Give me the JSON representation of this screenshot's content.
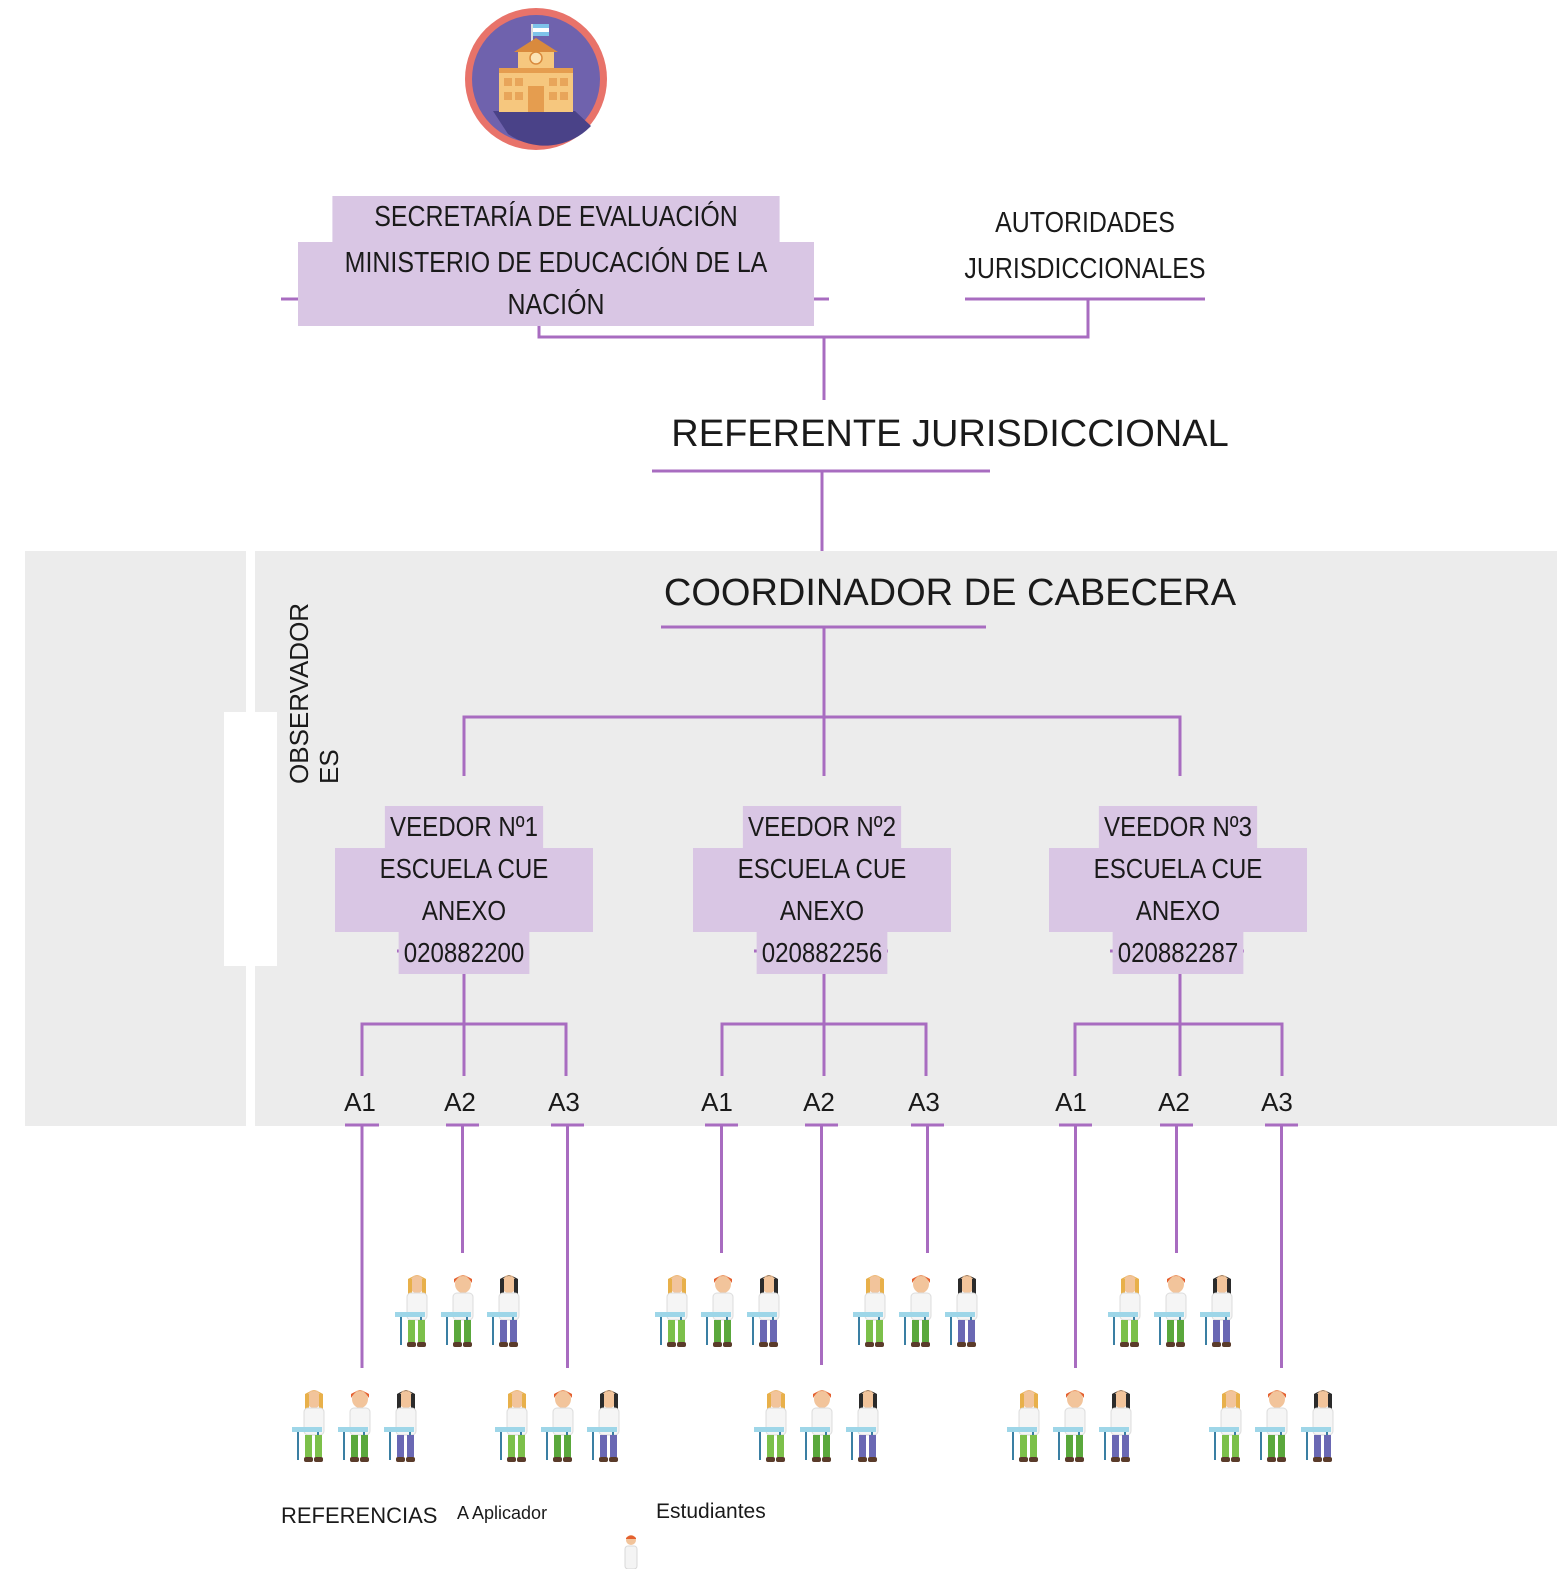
{
  "header": {
    "line1": "SECRETARÍA DE EVALUACIÓN EDUCATIVA",
    "line2": "MINISTERIO DE EDUCACIÓN DE LA NACIÓN",
    "autoridades_1": "AUTORIDADES",
    "autoridades_2": "JURISDICCIONALES"
  },
  "referente": "REFERENTE JURISDICCIONAL",
  "coordinador": "COORDINADOR DE CABECERA",
  "observadores": "OBSERVADOR\nES",
  "veedores": [
    {
      "title": "VEEDOR Nº1",
      "school": "ESCUELA CUE ANEXO",
      "code": "020882200"
    },
    {
      "title": "VEEDOR Nº2",
      "school": "ESCUELA CUE ANEXO",
      "code": "020882256"
    },
    {
      "title": "VEEDOR Nº3",
      "school": "ESCUELA CUE ANEXO",
      "code": "020882287"
    }
  ],
  "aplicadores": [
    "A1",
    "A2",
    "A3"
  ],
  "legend": {
    "title": "REFERENCIAS",
    "aplicador": "A Aplicador",
    "estudiantes": "Estudiantes"
  },
  "colors": {
    "line": "#a86cc0",
    "highlight": "#d9c6e4",
    "panel": "#ececec"
  }
}
